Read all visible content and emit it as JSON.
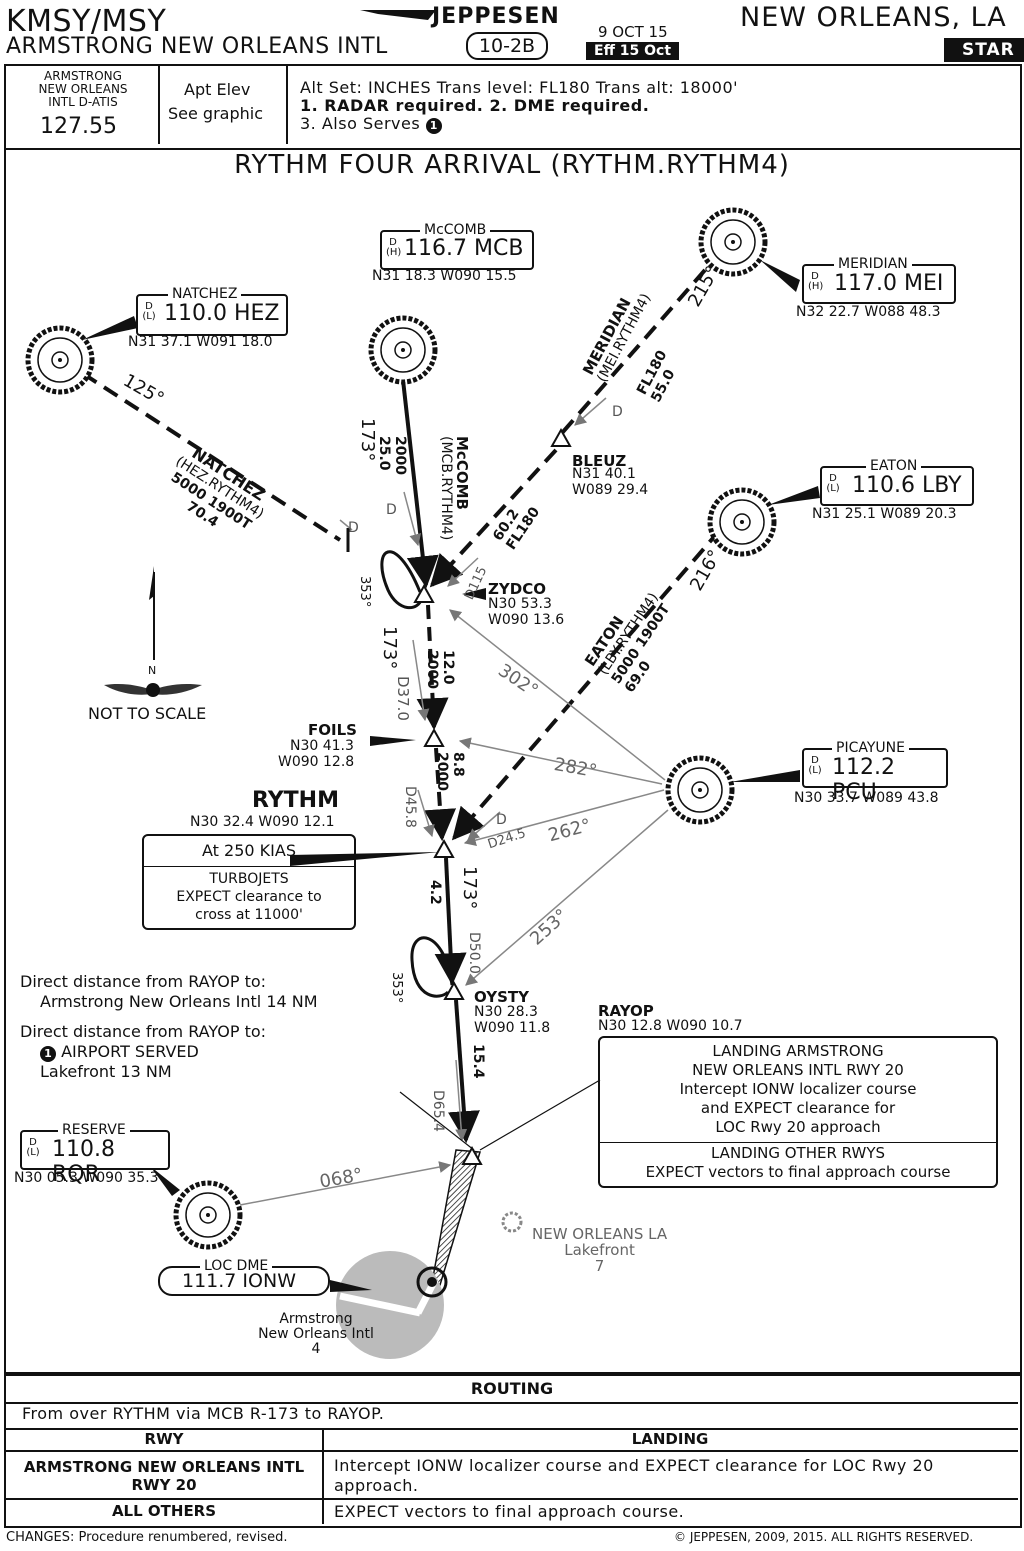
{
  "header": {
    "ident": "KMSY/MSY",
    "airport": "ARMSTRONG NEW ORLEANS INTL",
    "publisher": "JEPPESEN",
    "chart_number": "10-2B",
    "date": "9 OCT 15",
    "effective": "Eff 15 Oct",
    "city": "NEW ORLEANS, LA",
    "chart_type": "STAR"
  },
  "info": {
    "atis_label": [
      "ARMSTRONG",
      "NEW ORLEANS",
      "INTL D-ATIS"
    ],
    "atis_freq": "127.55",
    "apt_elev_label": "Apt Elev",
    "apt_elev_value": "See graphic",
    "alt_set": "Alt Set: INCHES   Trans level: FL180   Trans alt: 18000'",
    "note1": "1. RADAR required. 2. DME required.",
    "note3": "3. Also Serves"
  },
  "procedure_title": "RYTHM FOUR ARRIVAL (RYTHM.RYTHM4)",
  "navaids": {
    "natchez": {
      "name": "NATCHEZ",
      "freq": "110.0 HEZ",
      "coord": "N31 37.1 W091 18.0",
      "class": "D (L)"
    },
    "mccomb": {
      "name": "McCOMB",
      "freq": "116.7 MCB",
      "coord": "N31 18.3 W090 15.5",
      "class": "D (H)"
    },
    "meridian": {
      "name": "MERIDIAN",
      "freq": "117.0 MEI",
      "coord": "N32 22.7 W088 48.3",
      "class": "D (H)"
    },
    "eaton": {
      "name": "EATON",
      "freq": "110.6 LBY",
      "coord": "N31 25.1 W089 20.3",
      "class": "D (L)"
    },
    "picayune": {
      "name": "PICAYUNE",
      "freq": "112.2 PCU",
      "coord": "N30 33.7 W089 43.8",
      "class": "D (L)"
    },
    "reserve": {
      "name": "RESERVE",
      "freq": "110.8 RQR",
      "coord": "N30 05.3 W090 35.3",
      "class": "D (L)"
    },
    "locdme": {
      "name": "LOC DME",
      "freq": "111.7 IONW"
    }
  },
  "fixes": {
    "bleuz": {
      "name": "BLEUZ",
      "lat": "N31 40.1",
      "lon": "W089 29.4"
    },
    "zydco": {
      "name": "ZYDCO",
      "lat": "N30 53.3",
      "lon": "W090 13.6"
    },
    "foils": {
      "name": "FOILS",
      "lat": "N30 41.3",
      "lon": "W090 12.8"
    },
    "rythm": {
      "name": "RYTHM",
      "coord": "N30 32.4 W090 12.1"
    },
    "oysty": {
      "name": "OYSTY",
      "lat": "N30 28.3",
      "lon": "W090 11.8"
    },
    "rayop": {
      "name": "RAYOP",
      "coord": "N30 12.8 W090 10.7"
    }
  },
  "routes": {
    "natchez": {
      "name": "NATCHEZ",
      "id": "(HEZ.RYTHM4)",
      "alt": "5000 1900T",
      "dist": "70.4",
      "radial": "125°"
    },
    "mccomb": {
      "name": "McCOMB",
      "id": "(MCB.RYTHM4)",
      "alt": "2000",
      "dist": "25.0",
      "radial": "173°"
    },
    "meridian": {
      "name": "MERIDIAN",
      "id": "(MEI.RYTHM4)",
      "alt": "FL180",
      "dist": "55.0",
      "radial": "215°"
    },
    "bleuz_leg": {
      "dist": "60.2",
      "alt": "FL180"
    },
    "eaton": {
      "name": "EATON",
      "id": "(LBY.RYTHM4)",
      "alt": "5000 1900T",
      "dist": "69.0",
      "radial": "216°"
    },
    "zydco_foils": {
      "dist": "12.0",
      "alt": "2000",
      "dme": "D37.0",
      "radial": "173°"
    },
    "foils_rythm": {
      "dist": "8.8",
      "alt": "2000",
      "dme": "D45.8"
    },
    "rythm_oysty": {
      "dist": "4.2",
      "radial": "173°",
      "dme": "D50.0"
    },
    "oysty_rayop": {
      "dist": "15.4",
      "dme": "D65.4"
    },
    "hold_course": "353°",
    "d115": "D115",
    "d245": "D24.5",
    "d": "D",
    "pcu_302": "302°",
    "pcu_282": "282°",
    "pcu_262": "262°",
    "pcu_253": "253°",
    "rqr_068": "068°"
  },
  "notes": {
    "not_to_scale": "NOT TO SCALE",
    "north": "N",
    "rythm_speed": "At 250 KIAS",
    "turbojets": [
      "TURBOJETS",
      "EXPECT clearance to",
      "cross at 11000'"
    ],
    "direct1": [
      "Direct distance from RAYOP to:",
      "Armstrong New Orleans Intl 14 NM"
    ],
    "direct2": [
      "Direct distance from RAYOP to:",
      "AIRPORT SERVED",
      "Lakefront 13 NM"
    ],
    "landing_box": [
      "LANDING ARMSTRONG",
      "NEW ORLEANS INTL RWY 20",
      "Intercept IONW localizer course",
      "and EXPECT clearance for",
      "LOC Rwy 20 approach"
    ],
    "landing_other": [
      "LANDING OTHER RWYS",
      "EXPECT vectors to final approach course"
    ],
    "lakefront": [
      "NEW ORLEANS LA",
      "Lakefront",
      "7"
    ],
    "armstrong": [
      "Armstrong",
      "New Orleans Intl",
      "4"
    ]
  },
  "routing_table": {
    "heading": "ROUTING",
    "text": "From over RYTHM via MCB R-173 to RAYOP.",
    "col_rwy": "RWY",
    "col_landing": "LANDING",
    "rows": [
      {
        "rwy": "ARMSTRONG NEW ORLEANS INTL RWY 20",
        "landing": "Intercept IONW localizer course and EXPECT clearance for LOC Rwy 20 approach."
      },
      {
        "rwy": "ALL OTHERS",
        "landing": "EXPECT vectors to final approach course."
      }
    ]
  },
  "footer": {
    "changes": "CHANGES: Procedure renumbered, revised.",
    "copyright": "© JEPPESEN, 2009, 2015. ALL RIGHTS RESERVED."
  }
}
